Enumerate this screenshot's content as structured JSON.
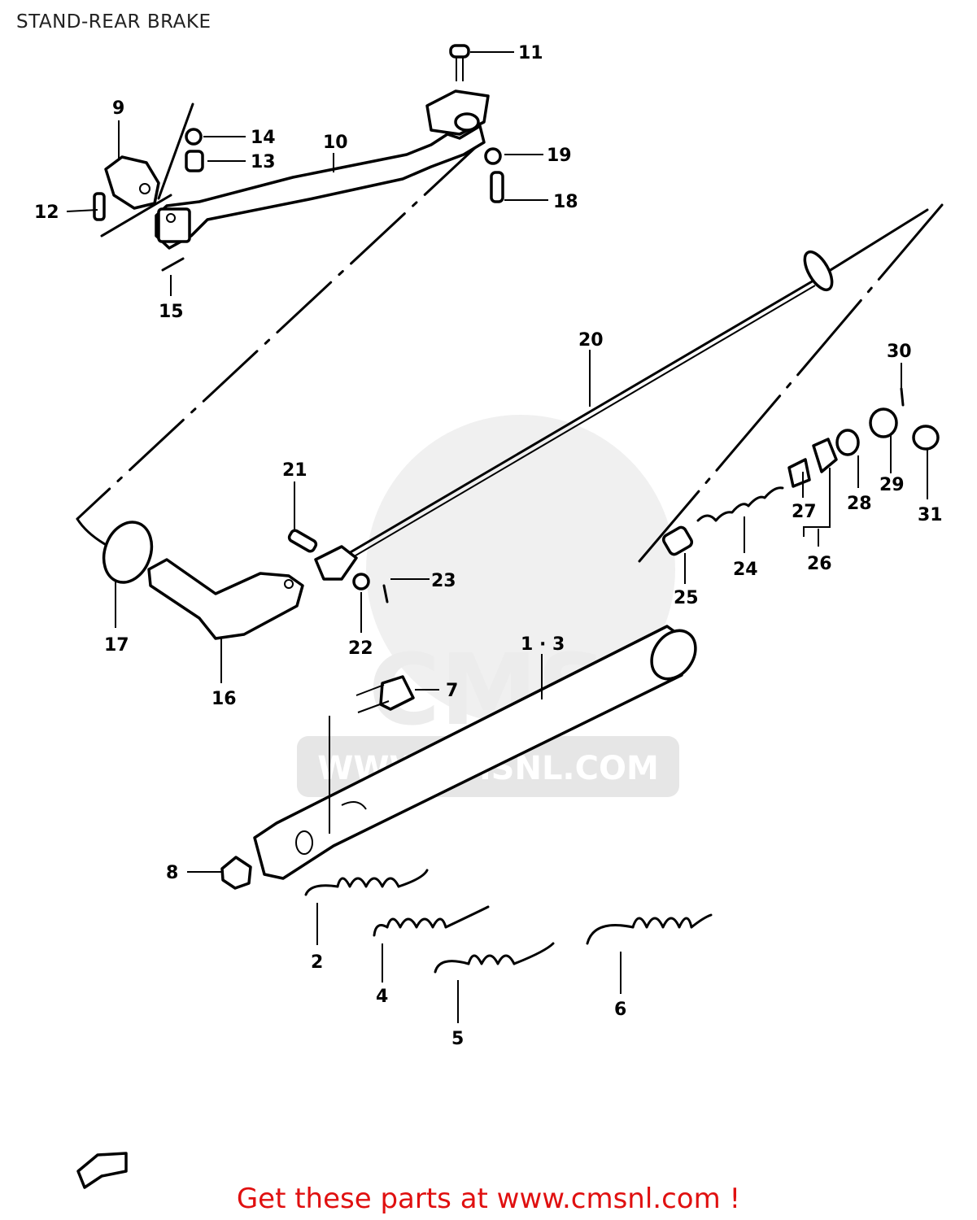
{
  "title": "STAND-REAR BRAKE",
  "watermark": {
    "logo_text": "CMS",
    "url_text": "WWW.CMSNL.COM"
  },
  "footer": {
    "text": "Get these parts at www.cmsnl.com !",
    "color": "#e01010"
  },
  "callouts": {
    "c1_3": "1 · 3",
    "c2": "2",
    "c4": "4",
    "c5": "5",
    "c6": "6",
    "c7": "7",
    "c8": "8",
    "c9": "9",
    "c10": "10",
    "c11": "11",
    "c12": "12",
    "c13": "13",
    "c14": "14",
    "c15": "15",
    "c16": "16",
    "c17": "17",
    "c18": "18",
    "c19": "19",
    "c20": "20",
    "c21": "21",
    "c22": "22",
    "c23": "23",
    "c24": "24",
    "c25": "25",
    "c26": "26",
    "c27": "27",
    "c28": "28",
    "c29": "29",
    "c30": "30",
    "c31": "31"
  }
}
